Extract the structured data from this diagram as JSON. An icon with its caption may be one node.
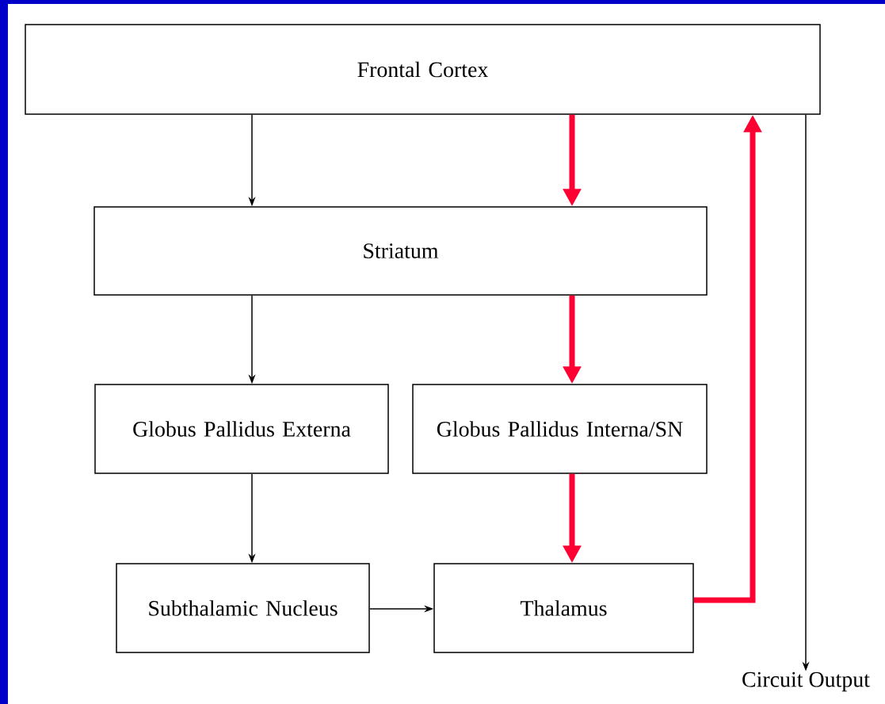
{
  "diagram": {
    "nodes": [
      {
        "text": [
          "Frontal Cortex"
        ]
      },
      {
        "text": [
          "Striatum"
        ]
      },
      {
        "text": [
          "Globus Pallidus Externa"
        ]
      },
      {
        "text": [
          "Globus Pallidus Interna/SN"
        ]
      },
      {
        "text": [
          "Subthalamic Nucleus"
        ]
      },
      {
        "text": [
          "Thalamus"
        ]
      },
      {
        "text": [
          "Circuit Output"
        ]
      }
    ],
    "edges": [
      {
        "from": 0,
        "to": 1,
        "arrow": "to"
      },
      {
        "from": 0,
        "to": 1,
        "arrow": "to",
        "style": "thick",
        "color": "#ff0033"
      },
      {
        "from": 1,
        "to": 2,
        "arrow": "to"
      },
      {
        "from": 1,
        "to": 3,
        "arrow": "to",
        "style": "thick",
        "color": "#ff0033"
      },
      {
        "from": 2,
        "to": 4,
        "arrow": "to"
      },
      {
        "from": 3,
        "to": 5,
        "arrow": "to",
        "style": "thick",
        "color": "#ff0033"
      },
      {
        "from": 4,
        "to": 5,
        "arrow": "to"
      },
      {
        "from": 5,
        "to": 0,
        "arrow": "to",
        "style": "thick",
        "color": "#ff0033"
      },
      {
        "from": 0,
        "to": 6,
        "arrow": "to"
      }
    ]
  }
}
